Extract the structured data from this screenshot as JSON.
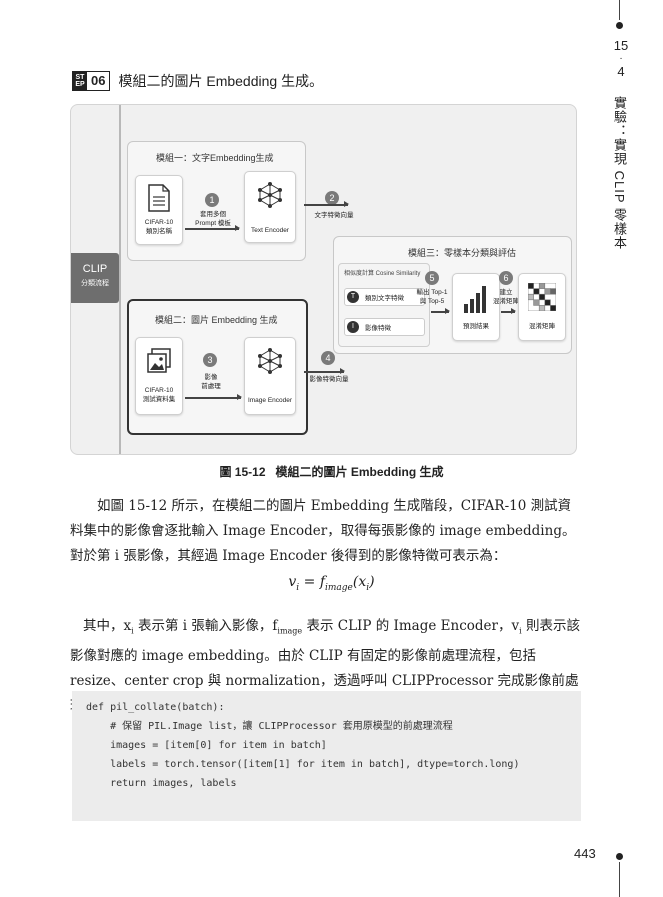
{
  "running_header": {
    "chapter_number": "15",
    "section_number": "4",
    "chapter_title": "實驗：實現 CLIP 零樣本"
  },
  "page_number": "443",
  "step": {
    "badge_top": "ST",
    "badge_bottom": "EP",
    "number": "06",
    "title": "模組二的圖片 Embedding 生成。"
  },
  "figure": {
    "side_label_title": "CLIP",
    "side_label_sub": "分類流程",
    "module1": {
      "title": "模組一：文字Embedding生成",
      "input_card_lines": [
        "CIFAR-10",
        "類別名稱"
      ],
      "encoder_card": "Text Encoder",
      "step1_label_lines": [
        "套用多個",
        "Prompt 模板"
      ],
      "step2_label": "文字特徵向量"
    },
    "module2": {
      "title": "模組二：圖片 Embedding 生成",
      "input_card_lines": [
        "CIFAR-10",
        "測試資料集"
      ],
      "encoder_card": "Image Encoder",
      "step3_label_lines": [
        "影像",
        "前處理"
      ],
      "step4_label": "影像特徵向量"
    },
    "module3": {
      "title": "模組三：零樣本分類與評估",
      "similarity_title": "相似度計算 Cosine Similarity",
      "text_feature_icon": "T",
      "text_feature_label": "類別文字特徵",
      "image_feature_icon": "I",
      "image_feature_label": "影像特徵",
      "step5_label_lines": [
        "輸出 Top-1",
        "與 Top-5"
      ],
      "result_card": "預測結果",
      "step6_label_lines": [
        "建立",
        "混淆矩陣"
      ],
      "matrix_card": "混淆矩陣"
    },
    "step_numbers": [
      "1",
      "2",
      "3",
      "4",
      "5",
      "6"
    ]
  },
  "caption": {
    "number": "圖 15-12",
    "text": "模組二的圖片 Embedding 生成"
  },
  "paragraph1": "如圖 15-12 所示，在模組二的圖片 Embedding 生成階段，CIFAR-10 測試資料集中的影像會逐批輸入 Image Encoder，取得每張影像的 image embedding。對於第 i 張影像，其經過 Image Encoder 後得到的影像特徵可表示為：",
  "formula": {
    "lhs": "v",
    "lhs_sub": "i",
    "eq": " = ",
    "f": "f",
    "f_sub": "image",
    "arg_open": "(x",
    "arg_sub": "i",
    "arg_close": ")"
  },
  "paragraph2": {
    "p1": "其中，x",
    "p1_sub": "i",
    "p2": " 表示第 i 張輸入影像，f",
    "p2_sub": "image",
    "p3": " 表示 CLIP 的 Image Encoder，v",
    "p3_sub": "i",
    "p4": " 則表示該影像對應的 image embedding。由於 CLIP 有固定的影像前處理流程，包括 resize、center crop 與 normalization，透過呼叫 CLIPProcessor 完成影像前處理後，再輸入模型進行特徵擷取。"
  },
  "code": [
    "def pil_collate(batch):",
    "    # 保留 PIL.Image list，讓 CLIPProcessor 套用原模型的前處理流程",
    "    images = [item[0] for item in batch]",
    "    labels = torch.tensor([item[1] for item in batch], dtype=torch.long)",
    "    return images, labels"
  ]
}
